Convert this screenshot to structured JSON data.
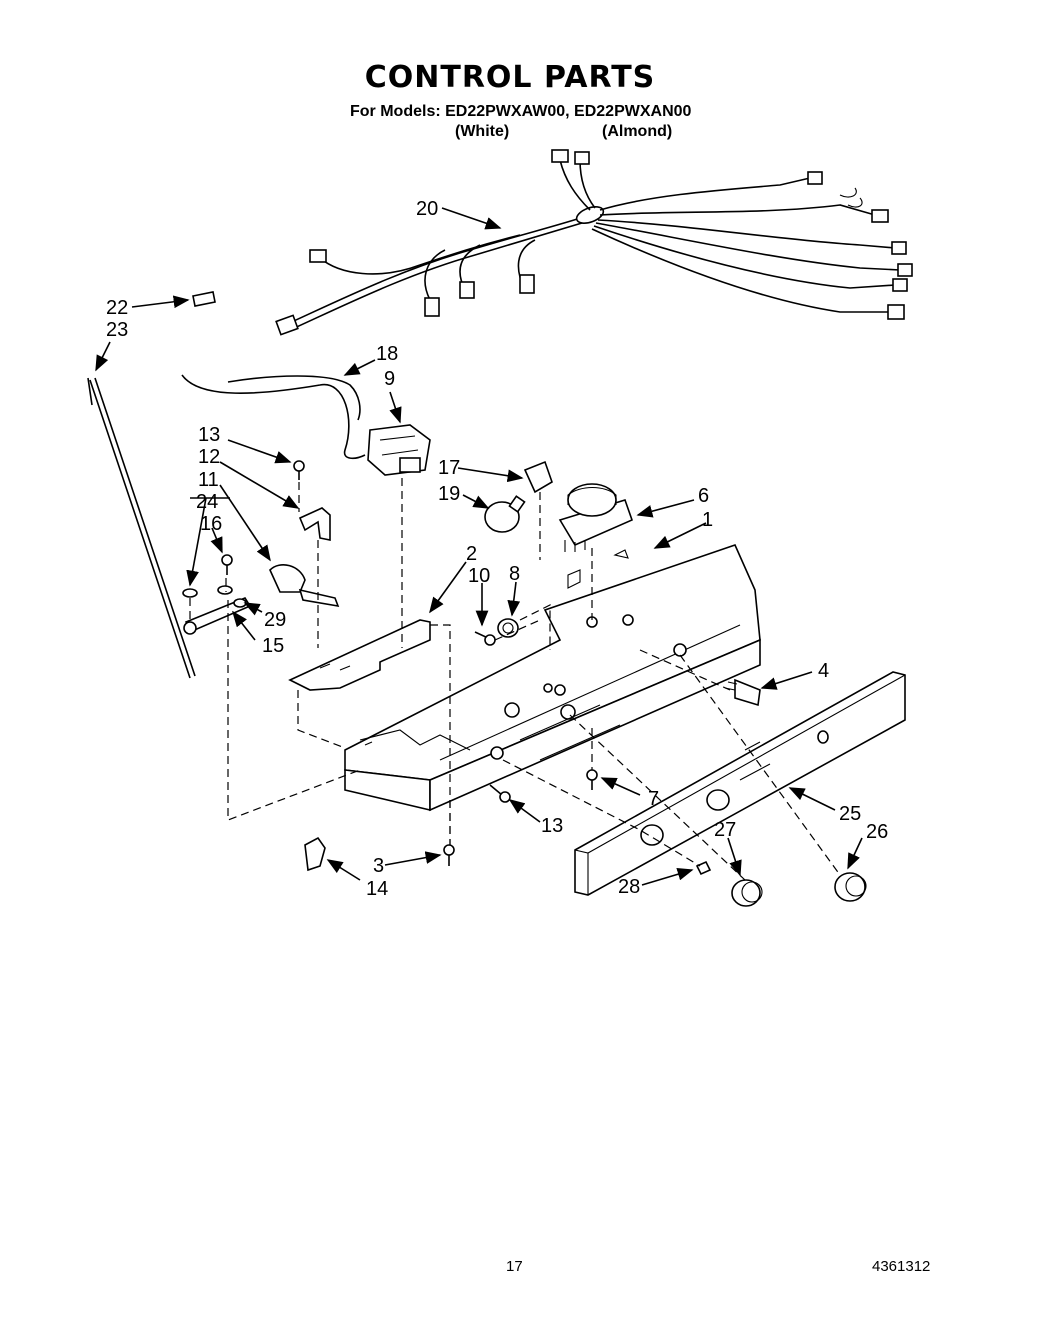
{
  "header": {
    "title": "CONTROL PARTS",
    "models_line": "For Models: ED22PWXAW00,  ED22PWXAN00",
    "color_white": "(White)",
    "color_almond": "(Almond)"
  },
  "callouts": [
    "20",
    "22",
    "23",
    "18",
    "9",
    "13",
    "12",
    "11",
    "24",
    "16",
    "17",
    "19",
    "6",
    "1",
    "2",
    "10",
    "8",
    "29",
    "15",
    "4",
    "7",
    "13",
    "25",
    "27",
    "26",
    "3",
    "14",
    "28"
  ],
  "footer": {
    "page_number": "17",
    "doc_number": "4361312"
  }
}
